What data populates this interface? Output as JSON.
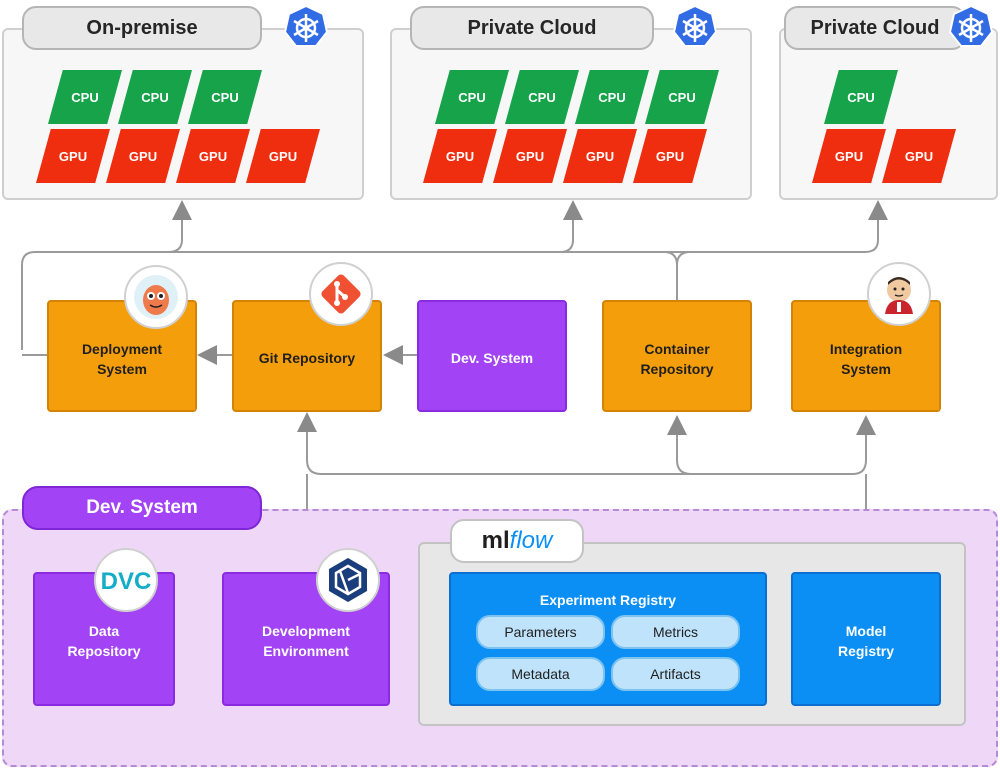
{
  "clouds": [
    {
      "title": "On-premise",
      "cpu": [
        "CPU",
        "CPU",
        "CPU"
      ],
      "gpu": [
        "GPU",
        "GPU",
        "GPU",
        "GPU"
      ]
    },
    {
      "title": "Private Cloud",
      "cpu": [
        "CPU",
        "CPU",
        "CPU",
        "CPU"
      ],
      "gpu": [
        "GPU",
        "GPU",
        "GPU",
        "GPU"
      ]
    },
    {
      "title": "Private Cloud",
      "cpu": [
        "CPU"
      ],
      "gpu": [
        "GPU",
        "GPU"
      ]
    }
  ],
  "services": {
    "deployment": [
      "Deployment",
      "System"
    ],
    "git": "Git Repository",
    "devsys": "Dev. System",
    "container": [
      "Container",
      "Repository"
    ],
    "integration": [
      "Integration",
      "System"
    ]
  },
  "dev_zone": {
    "title": "Dev. System",
    "data_repo": [
      "Data",
      "Repository"
    ],
    "dev_env": [
      "Development",
      "Environment"
    ],
    "dvc_logo": "DVC",
    "mlflow_logo": {
      "ml": "ml",
      "flow": "flow"
    },
    "experiment_registry": {
      "title": "Experiment Registry",
      "items": [
        "Parameters",
        "Metrics",
        "Metadata",
        "Artifacts"
      ]
    },
    "model_registry": [
      "Model",
      "Registry"
    ]
  },
  "colors": {
    "cpu": "#16a34a",
    "gpu": "#ef2d0f",
    "orange": "#f59e0b",
    "purple": "#a244f5",
    "blue": "#0b8ff5",
    "kubernetes": "#326ce5",
    "git": "#f05133"
  }
}
